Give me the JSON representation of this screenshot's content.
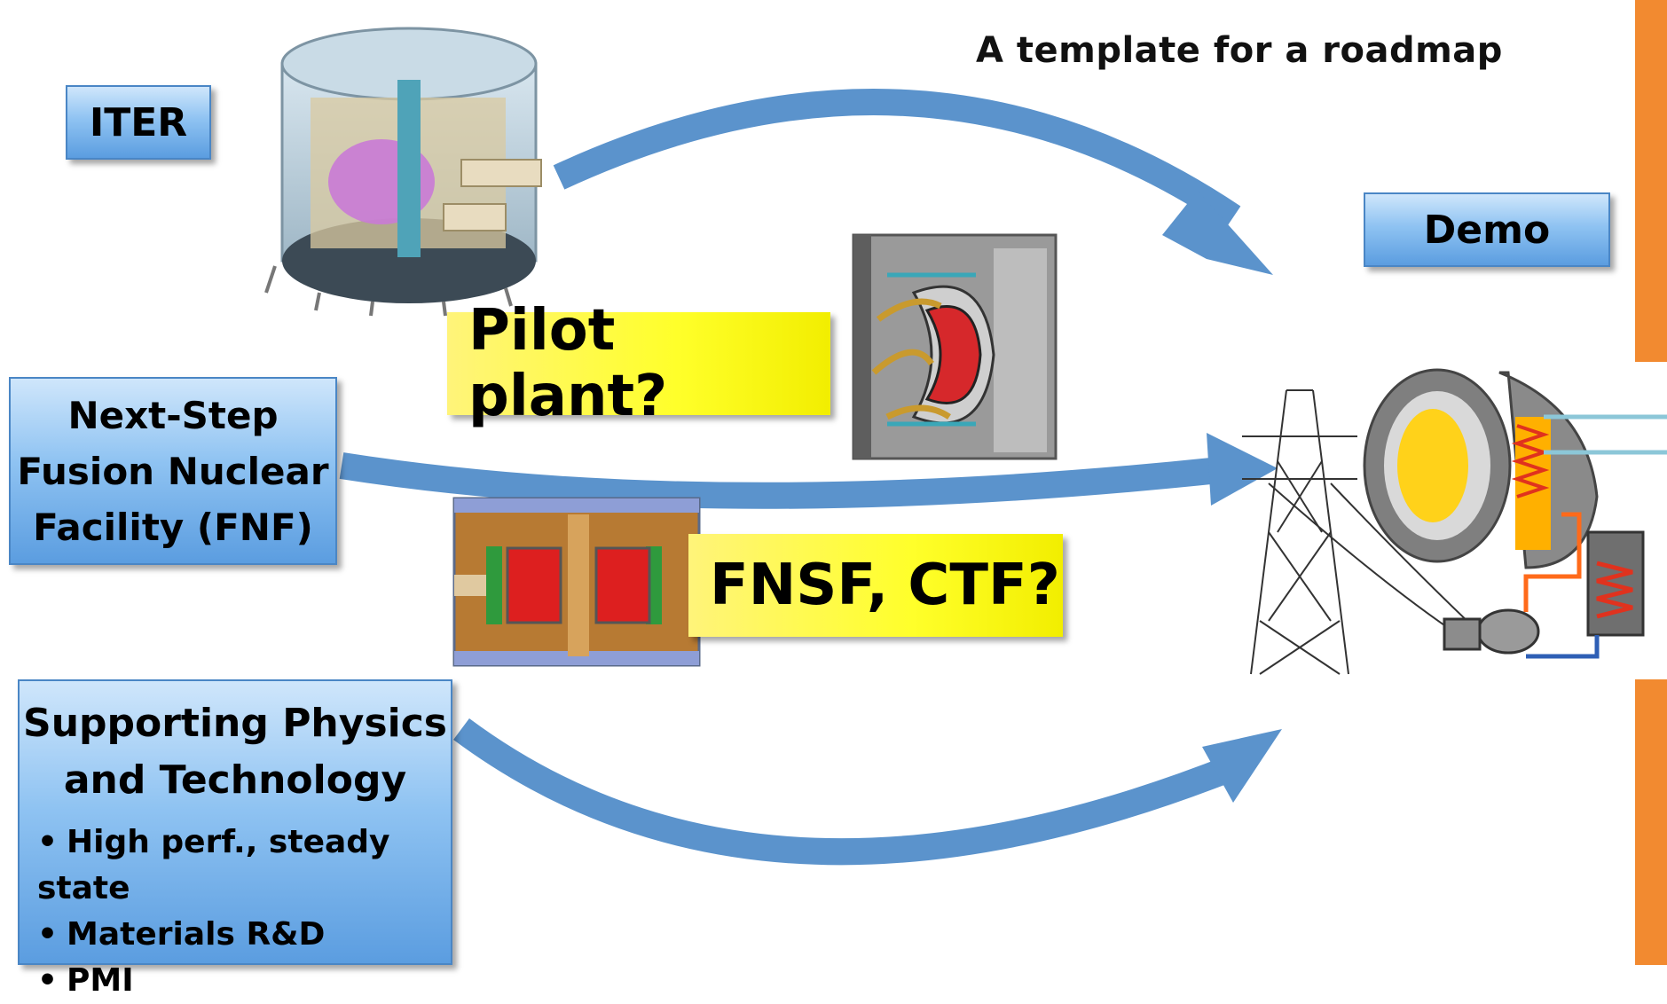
{
  "title": "A template for a roadmap",
  "boxes": {
    "iter": "ITER",
    "demo": "Demo",
    "fnf_lines": [
      "Next-Step",
      "Fusion Nuclear",
      "Facility (FNF)"
    ],
    "support_head": [
      "Supporting Physics",
      "and Technology"
    ],
    "support_items": [
      "High perf., steady state",
      "Materials R&D",
      "PMI"
    ],
    "pilot": "Pilot plant?",
    "fnsf": "FNSF, CTF?"
  },
  "bullet": "•",
  "colors": {
    "arrow": "#5b93cc",
    "box_blue": "#8fc3f2",
    "highlight_yellow": "#ffff2a",
    "accent_orange": "#f28a30"
  },
  "icons": [
    "iter-tokamak-illustration",
    "pilot-plant-cross-section",
    "fnsf-device-cross-section",
    "power-transmission-tower",
    "demo-power-plant-illustration"
  ]
}
